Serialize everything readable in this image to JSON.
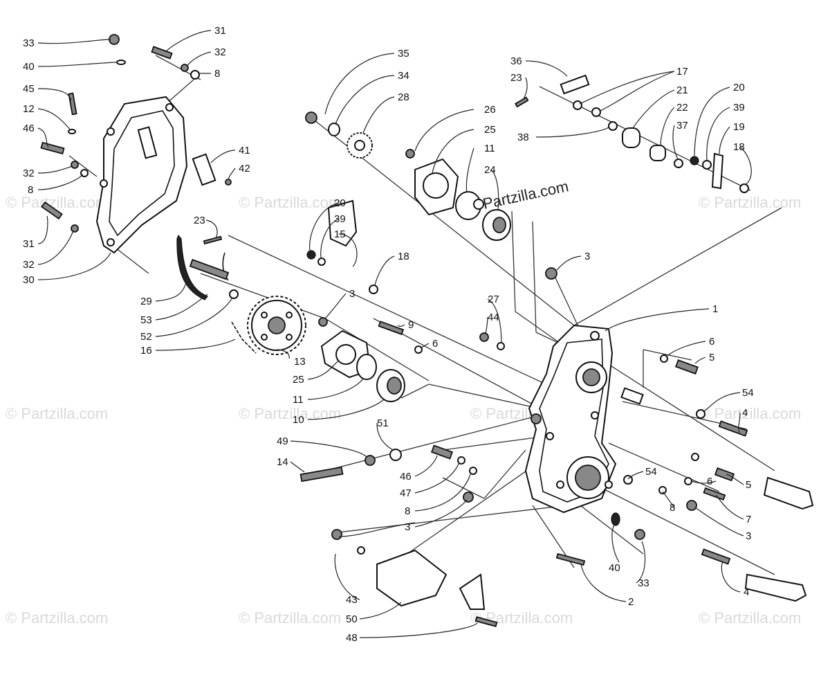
{
  "diagram": {
    "watermark_main": "Partzilla.com",
    "watermark_faint": "© Partzilla.com",
    "callouts": [
      {
        "id": "c33a",
        "text": "33"
      },
      {
        "id": "c40a",
        "text": "40"
      },
      {
        "id": "c45",
        "text": "45"
      },
      {
        "id": "c12",
        "text": "12"
      },
      {
        "id": "c46a",
        "text": "46"
      },
      {
        "id": "c32a",
        "text": "32"
      },
      {
        "id": "c8a",
        "text": "8"
      },
      {
        "id": "c31a",
        "text": "31"
      },
      {
        "id": "c32b",
        "text": "32"
      },
      {
        "id": "c30",
        "text": "30"
      },
      {
        "id": "c31b",
        "text": "31"
      },
      {
        "id": "c32c",
        "text": "32"
      },
      {
        "id": "c8b",
        "text": "8"
      },
      {
        "id": "c41",
        "text": "41"
      },
      {
        "id": "c42",
        "text": "42"
      },
      {
        "id": "c23a",
        "text": "23"
      },
      {
        "id": "c29",
        "text": "29"
      },
      {
        "id": "c53",
        "text": "53"
      },
      {
        "id": "c52",
        "text": "52"
      },
      {
        "id": "c16",
        "text": "16"
      },
      {
        "id": "c13",
        "text": "13"
      },
      {
        "id": "c35",
        "text": "35"
      },
      {
        "id": "c34",
        "text": "34"
      },
      {
        "id": "c28",
        "text": "28"
      },
      {
        "id": "c26",
        "text": "26"
      },
      {
        "id": "c25a",
        "text": "25"
      },
      {
        "id": "c11a",
        "text": "11"
      },
      {
        "id": "c24",
        "text": "24"
      },
      {
        "id": "c36",
        "text": "36"
      },
      {
        "id": "c23b",
        "text": "23"
      },
      {
        "id": "c17",
        "text": "17"
      },
      {
        "id": "c21",
        "text": "21"
      },
      {
        "id": "c22",
        "text": "22"
      },
      {
        "id": "c38",
        "text": "38"
      },
      {
        "id": "c37",
        "text": "37"
      },
      {
        "id": "c20a",
        "text": "20"
      },
      {
        "id": "c39a",
        "text": "39"
      },
      {
        "id": "c19",
        "text": "19"
      },
      {
        "id": "c18a",
        "text": "18"
      },
      {
        "id": "c20b",
        "text": "20"
      },
      {
        "id": "c39b",
        "text": "39"
      },
      {
        "id": "c15",
        "text": "15"
      },
      {
        "id": "c18b",
        "text": "18"
      },
      {
        "id": "c3a",
        "text": "3"
      },
      {
        "id": "c3b",
        "text": "3"
      },
      {
        "id": "c9",
        "text": "9"
      },
      {
        "id": "c6a",
        "text": "6"
      },
      {
        "id": "c27",
        "text": "27"
      },
      {
        "id": "c44",
        "text": "44"
      },
      {
        "id": "c25b",
        "text": "25"
      },
      {
        "id": "c11b",
        "text": "11"
      },
      {
        "id": "c10",
        "text": "10"
      },
      {
        "id": "c1",
        "text": "1"
      },
      {
        "id": "c6b",
        "text": "6"
      },
      {
        "id": "c5a",
        "text": "5"
      },
      {
        "id": "c54a",
        "text": "54"
      },
      {
        "id": "c4a",
        "text": "4"
      },
      {
        "id": "c51",
        "text": "51"
      },
      {
        "id": "c49",
        "text": "49"
      },
      {
        "id": "c14",
        "text": "14"
      },
      {
        "id": "c46b",
        "text": "46"
      },
      {
        "id": "c47",
        "text": "47"
      },
      {
        "id": "c8c",
        "text": "8"
      },
      {
        "id": "c3c",
        "text": "3"
      },
      {
        "id": "c54b",
        "text": "54"
      },
      {
        "id": "c6c",
        "text": "6"
      },
      {
        "id": "c5b",
        "text": "5"
      },
      {
        "id": "c8d",
        "text": "8"
      },
      {
        "id": "c7",
        "text": "7"
      },
      {
        "id": "c3d",
        "text": "3"
      },
      {
        "id": "c40b",
        "text": "40"
      },
      {
        "id": "c33b",
        "text": "33"
      },
      {
        "id": "c4b",
        "text": "4"
      },
      {
        "id": "c2",
        "text": "2"
      },
      {
        "id": "c43",
        "text": "43"
      },
      {
        "id": "c50",
        "text": "50"
      },
      {
        "id": "c48",
        "text": "48"
      }
    ]
  }
}
